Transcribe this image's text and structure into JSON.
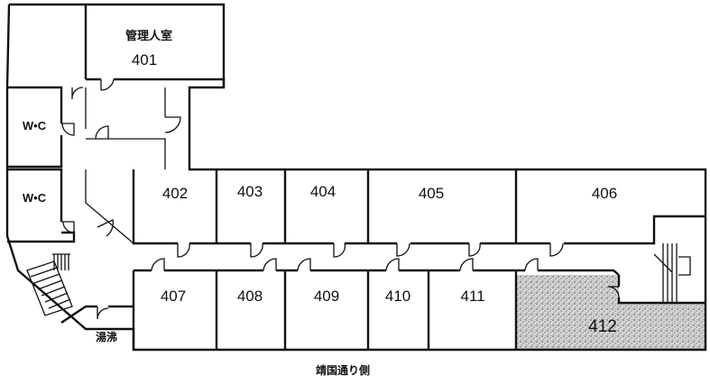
{
  "rooms": {
    "r401": {
      "name": "管理人室",
      "number": "401"
    },
    "r402": "402",
    "r403": "403",
    "r404": "404",
    "r405": "405",
    "r406": "406",
    "r407": "407",
    "r408": "408",
    "r409": "409",
    "r410": "410",
    "r411": "411",
    "r412": "412"
  },
  "toilets": {
    "upper": "W•C",
    "lower": "W•C"
  },
  "kitchenette": "湯沸",
  "street_side": "靖国通り側",
  "colors": {
    "line": "#111111",
    "highlight_room_fill": "speckled-gray"
  }
}
